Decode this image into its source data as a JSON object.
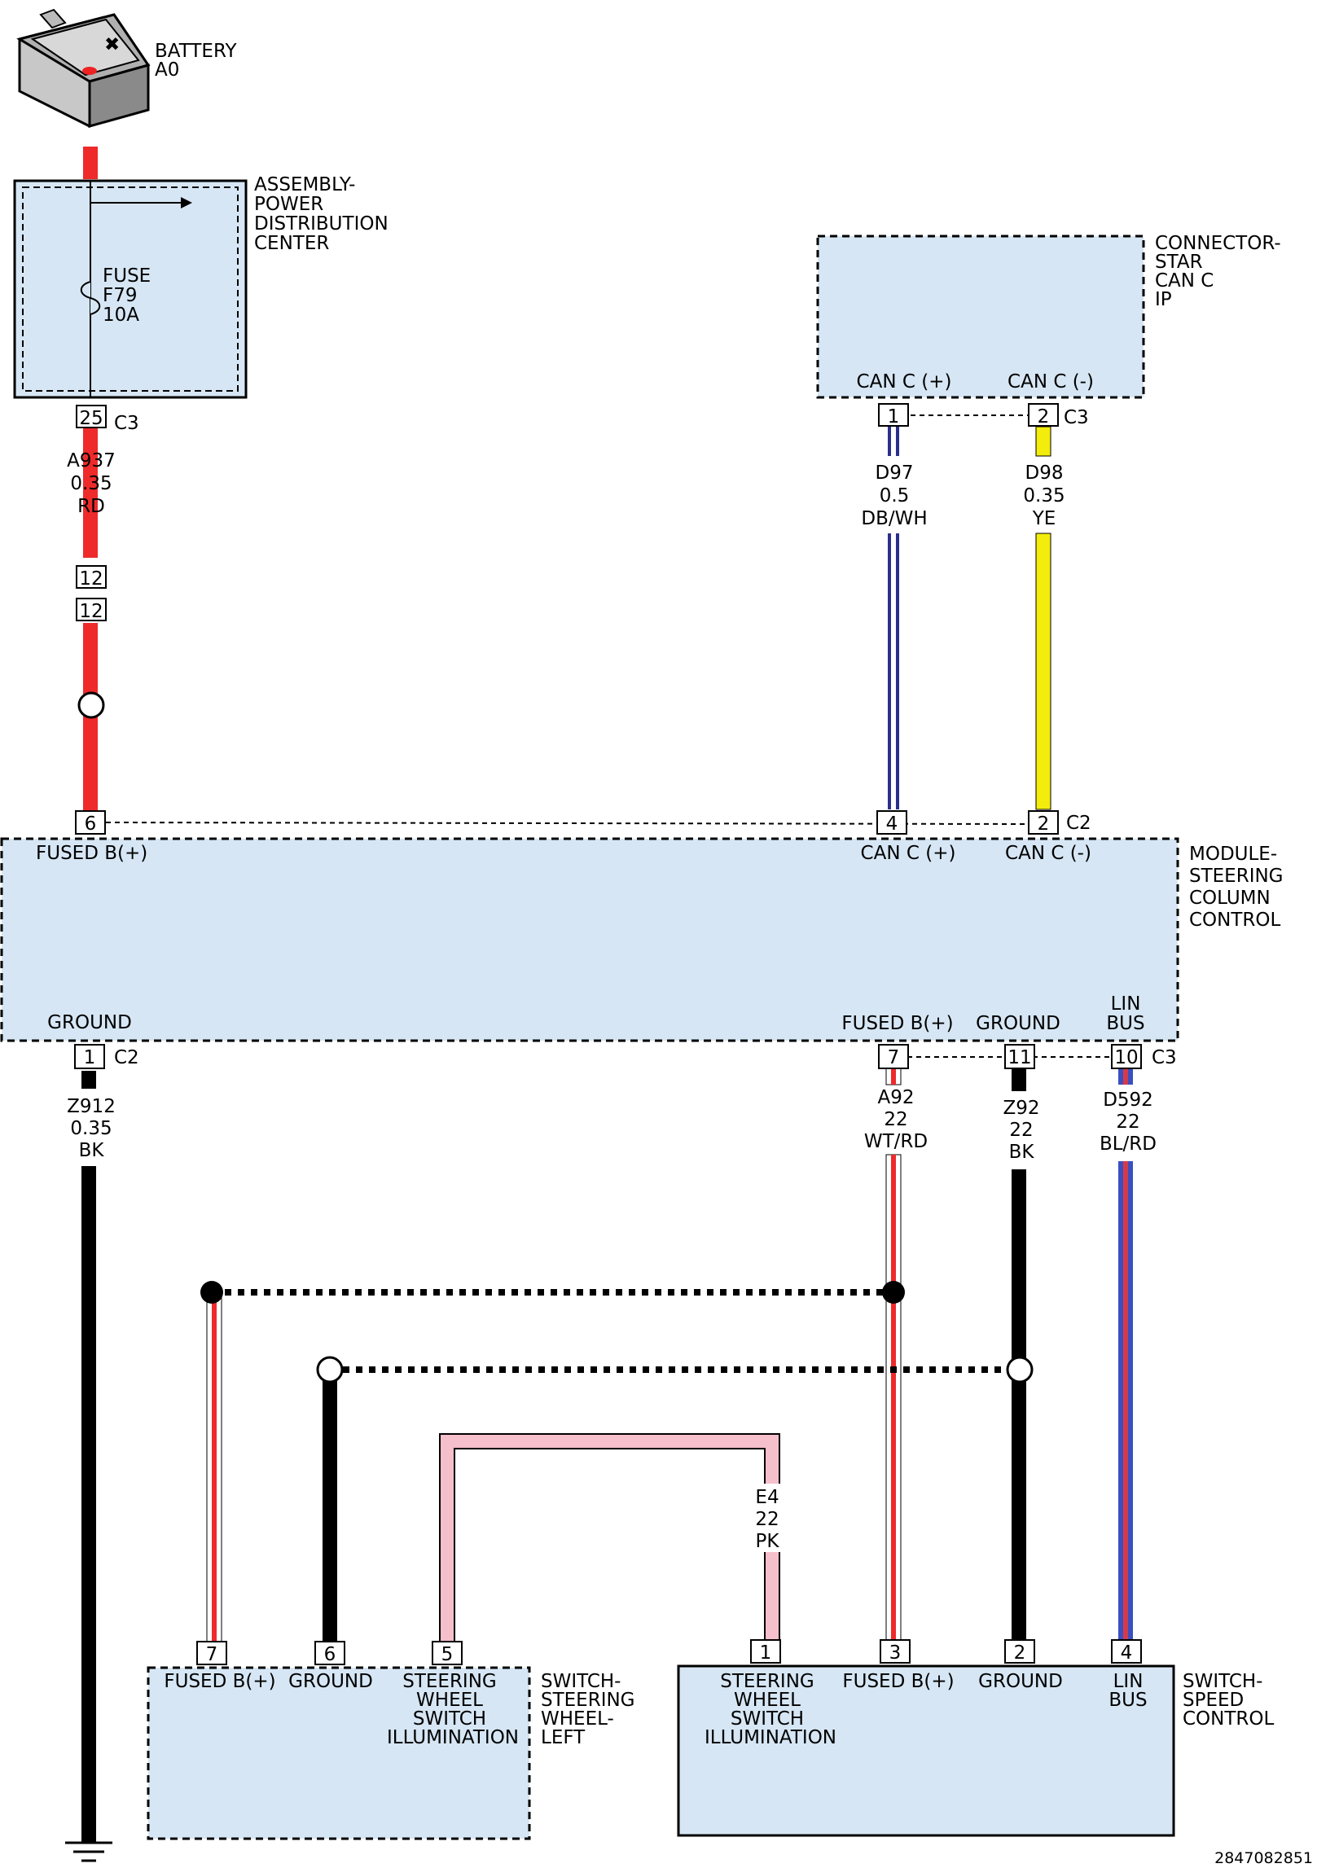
{
  "colors": {
    "box_fill": "#d6e6f4",
    "red": "#ee2a2a",
    "yellow": "#f3ec0c",
    "blue": "#2a2f8c",
    "pink": "#f5bfcb",
    "black": "#000000",
    "white": "#ffffff",
    "lin_red": "#d63a4a",
    "lin_blue": "#3a4fc0"
  },
  "battery": {
    "name": "BATTERY",
    "id": "A0"
  },
  "pdc": {
    "title": [
      "ASSEMBLY-",
      "POWER",
      "DISTRIBUTION",
      "CENTER"
    ],
    "fuse": [
      "FUSE",
      "F79",
      "10A"
    ],
    "pin": "25",
    "connector": "C3"
  },
  "star": {
    "title": [
      "CONNECTOR-",
      "STAR",
      "CAN C",
      "IP"
    ],
    "can_pos": "CAN C (+)",
    "can_neg": "CAN C (-)",
    "pin_pos": "1",
    "pin_neg": "2",
    "connector": "C3"
  },
  "wires": {
    "a937": [
      "A937",
      "0.35",
      "RD"
    ],
    "d97": [
      "D97",
      "0.5",
      "DB/WH"
    ],
    "d98": [
      "D98",
      "0.35",
      "YE"
    ],
    "z912": [
      "Z912",
      "0.35",
      "BK"
    ],
    "a92": [
      "A92",
      "22",
      "WT/RD"
    ],
    "z92": [
      "Z92",
      "22",
      "BK"
    ],
    "d592": [
      "D592",
      "22",
      "BL/RD"
    ],
    "e4": [
      "E4",
      "22",
      "PK"
    ]
  },
  "inline": {
    "top": "12",
    "bottom": "12"
  },
  "module": {
    "title": [
      "MODULE-",
      "STEERING",
      "COLUMN",
      "CONTROL"
    ],
    "fused": "FUSED B(+)",
    "can_pos": "CAN C (+)",
    "can_neg": "CAN C (-)",
    "ground": "GROUND",
    "fused2": "FUSED B(+)",
    "ground2": "GROUND",
    "lin": [
      "LIN",
      "BUS"
    ],
    "pin_fused": "6",
    "pin_can_pos": "4",
    "pin_can_neg": "2",
    "top_connector": "C2",
    "pin_ground": "1",
    "ground_connector": "C2",
    "pin_fused2": "7",
    "pin_ground2": "11",
    "pin_lin": "10",
    "bottom_connector": "C3"
  },
  "swl": {
    "title": [
      "SWITCH-",
      "STEERING",
      "WHEEL-",
      "LEFT"
    ],
    "fused": "FUSED B(+)",
    "ground": "GROUND",
    "illum": [
      "STEERING",
      "WHEEL",
      "SWITCH",
      "ILLUMINATION"
    ],
    "pin_fused": "7",
    "pin_ground": "6",
    "pin_illum": "5"
  },
  "ssc": {
    "title": [
      "SWITCH-",
      "SPEED",
      "CONTROL"
    ],
    "illum": [
      "STEERING",
      "WHEEL",
      "SWITCH",
      "ILLUMINATION"
    ],
    "fused": "FUSED B(+)",
    "ground": "GROUND",
    "lin": [
      "LIN",
      "BUS"
    ],
    "pin_illum": "1",
    "pin_fused": "3",
    "pin_ground": "2",
    "pin_lin": "4"
  },
  "ref_number": "2847082851"
}
